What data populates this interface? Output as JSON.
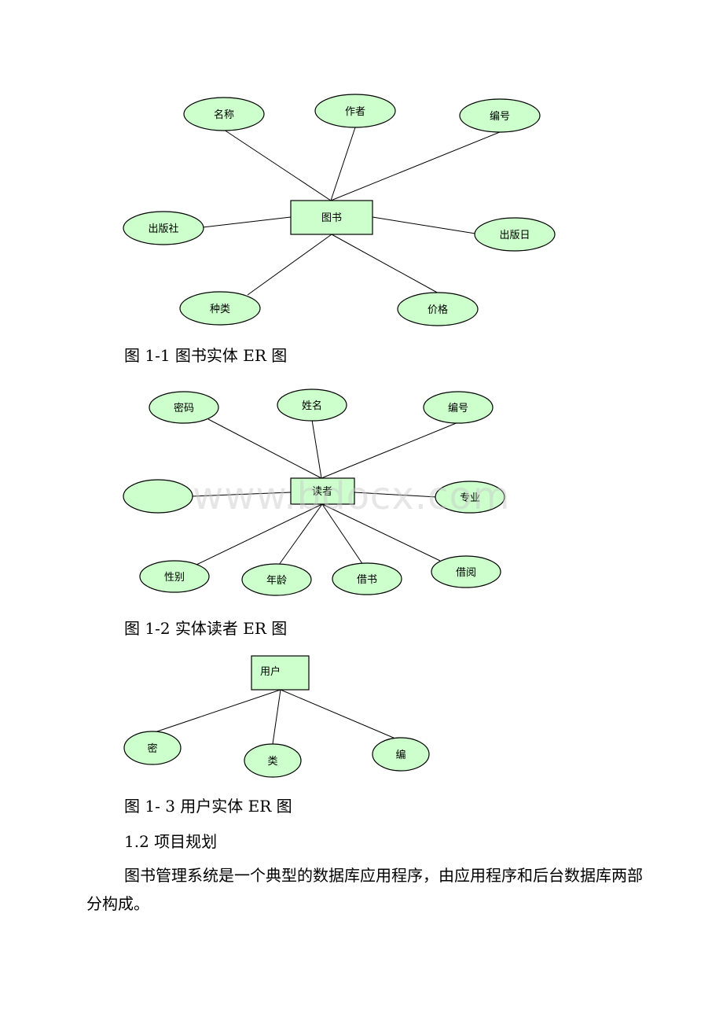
{
  "diagram1": {
    "entity": "图书",
    "attributes": [
      "名称",
      "作者",
      "编号",
      "出版社",
      "出版日",
      "种类",
      "价格"
    ],
    "caption": "图 1-1 图书实体 ER 图"
  },
  "diagram2": {
    "entity": "读者",
    "attributes": [
      "密码",
      "姓名",
      "编号",
      "",
      "专业",
      "性别",
      "年龄",
      "借书",
      "借阅"
    ],
    "caption": "图 1-2 实体读者 ER 图"
  },
  "diagram3": {
    "entity": "用户",
    "attributes": [
      "密",
      "类",
      "编"
    ],
    "caption": "图 1- 3 用户实体 ER 图"
  },
  "section_heading": "1.2 项目规划",
  "paragraph": "图书管理系统是一个典型的数据库应用程序，由应用程序和后台数据库两部分构成。",
  "watermark": "www.bdocx.com",
  "colors": {
    "node_fill": "#ccffcc",
    "stroke": "#000000"
  }
}
